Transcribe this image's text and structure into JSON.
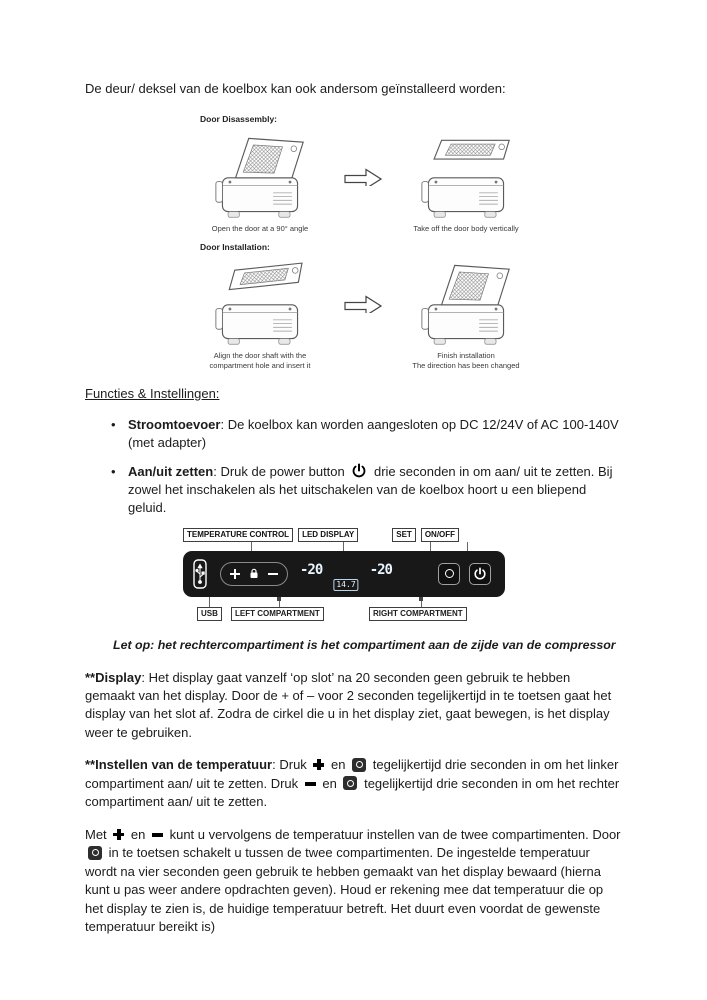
{
  "intro": "De deur/ deksel van de koelbox kan ook andersom geïnstalleerd worden:",
  "figures": {
    "disassembly_label": "Door Disassembly:",
    "installation_label": "Door Installation:",
    "captions": {
      "open_90": "Open the door at a 90° angle",
      "take_off": "Take off the door body vertically",
      "align_line1": "Align the door shaft with the",
      "align_line2": "compartment hole and insert it",
      "finish_line1": "Finish installation",
      "finish_line2": "The direction has been changed"
    }
  },
  "section_heading": "Functies & Instellingen:",
  "bullets": {
    "power_supply": {
      "bold": "Stroomtoevoer",
      "text": ": De koelbox kan worden aangesloten op DC 12/24V of AC 100-140V (met adapter)"
    },
    "on_off": {
      "bold": "Aan/uit zetten",
      "text_before_icon": ": Druk de power button ",
      "text_after_icon": " drie seconden in om aan/ uit te zetten. Bij zowel het inschakelen als het uitschakelen van de koelbox hoort u een bliepend geluid."
    }
  },
  "panel": {
    "labels": {
      "temperature_control": "TEMPERATURE CONTROL",
      "led_display": "LED DISPLAY",
      "set": "SET",
      "on_off": "ON/OFF",
      "usb": "USB",
      "left_compartment": "LEFT COMPARTMENT",
      "right_compartment": "RIGHT COMPARTMENT"
    },
    "display": {
      "left_temp": "-20",
      "center_value": "14.7",
      "right_temp": "-20"
    },
    "colors": {
      "panel_bg": "#181818",
      "display_text": "#e8f4ff"
    },
    "icons": {
      "usb": "usb-trident",
      "plus": "heavy-plus",
      "lock": "padlock",
      "minus": "heavy-minus",
      "set": "circle-in-square",
      "power": "power-symbol"
    }
  },
  "note": "Let op: het rechtercompartiment is het compartiment aan de zijde van de compressor",
  "paragraphs": {
    "display": {
      "bold": "**Display",
      "text": ": Het display gaat vanzelf ‘op slot’ na 20 seconden geen gebruik te hebben gemaakt van het display. Door de + of – voor 2 seconden tegelijkertijd in te toetsen gaat het display van het slot af. Zodra de cirkel die u in het display ziet, gaat bewegen, is het display weer te gebruiken."
    },
    "set_temp": {
      "bold": "**Instellen van de temperatuur",
      "t1": ": Druk ",
      "t2": " en ",
      "t3": " tegelijkertijd drie seconden in om het linker compartiment aan/ uit te zetten. Druk ",
      "t4": " en ",
      "t5": " tegelijkertijd drie seconden in om het rechter compartiment aan/ uit te zetten."
    },
    "met": {
      "t1": "Met ",
      "t2": " en ",
      "t3": " kunt u vervolgens de temperatuur instellen van de twee compartimenten. Door ",
      "t4": " in te toetsen schakelt u tussen de twee compartimenten. De ingestelde temperatuur wordt na vier seconden geen gebruik te hebben gemaakt van het display bewaard (hierna kunt u pas weer andere opdrachten geven). Houd er rekening mee dat temperatuur die op het display te zien is, de huidige temperatuur betreft. Het duurt even voordat de gewenste temperatuur bereikt is)"
    }
  }
}
